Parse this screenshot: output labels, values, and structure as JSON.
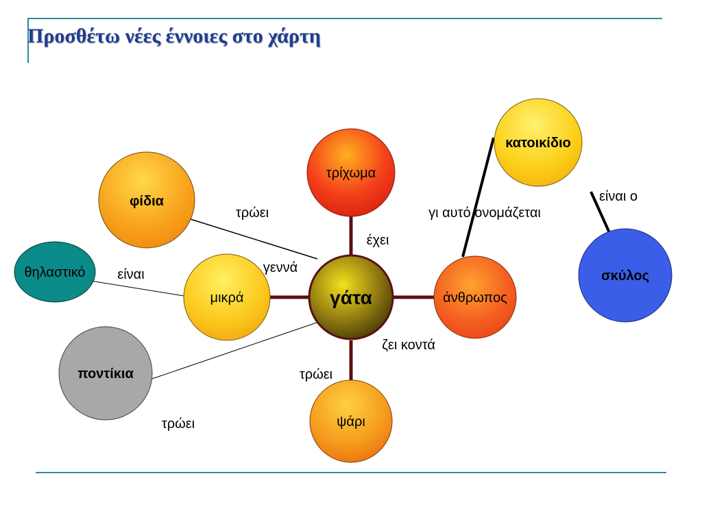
{
  "slide": {
    "title": "Προσθέτω νέες έννοιες στο χάρτη",
    "accent_color": "#2a8e96",
    "title_color": "#1f3e8c"
  },
  "concept_map": {
    "nodes": [
      {
        "id": "gata",
        "label": "γάτα",
        "bold": true,
        "color": "#6b5a10"
      },
      {
        "id": "trichoma",
        "label": "τρίχωμα",
        "bold": false,
        "color": "#f03c18"
      },
      {
        "id": "anthropos",
        "label": "άνθρωπος",
        "bold": false,
        "color": "#f45a22"
      },
      {
        "id": "psari",
        "label": "ψάρι",
        "bold": false,
        "color": "#f49018"
      },
      {
        "id": "mikra",
        "label": "μικρά",
        "bold": false,
        "color": "#fbc41a"
      },
      {
        "id": "fidia",
        "label": "φίδια",
        "bold": true,
        "color": "#f49a18"
      },
      {
        "id": "thilastiko",
        "label": "θηλαστικό",
        "bold": false,
        "color": "#0a8a88"
      },
      {
        "id": "pontikia",
        "label": "ποντίκια",
        "bold": true,
        "color": "#a8a8a8"
      },
      {
        "id": "katoikidio",
        "label": "κατοικίδιο",
        "bold": true,
        "color": "#fccc10"
      },
      {
        "id": "skylos",
        "label": "σκύλος",
        "bold": true,
        "color": "#3a5ee8"
      }
    ],
    "relations": [
      {
        "id": "exei",
        "label": "έχει"
      },
      {
        "id": "zei-konta",
        "label": "ζει κοντά"
      },
      {
        "id": "trwei-psari",
        "label": "τρώει"
      },
      {
        "id": "genna",
        "label": "γεννά"
      },
      {
        "id": "trwei-fidia",
        "label": "τρώει"
      },
      {
        "id": "einai-thilastiko",
        "label": "είναι"
      },
      {
        "id": "trwei-pontikia",
        "label": "τρώει"
      },
      {
        "id": "gi-auto",
        "label": "γι αυτό ονομάζεται"
      },
      {
        "id": "einai-o",
        "label": "είναι ο"
      }
    ]
  }
}
